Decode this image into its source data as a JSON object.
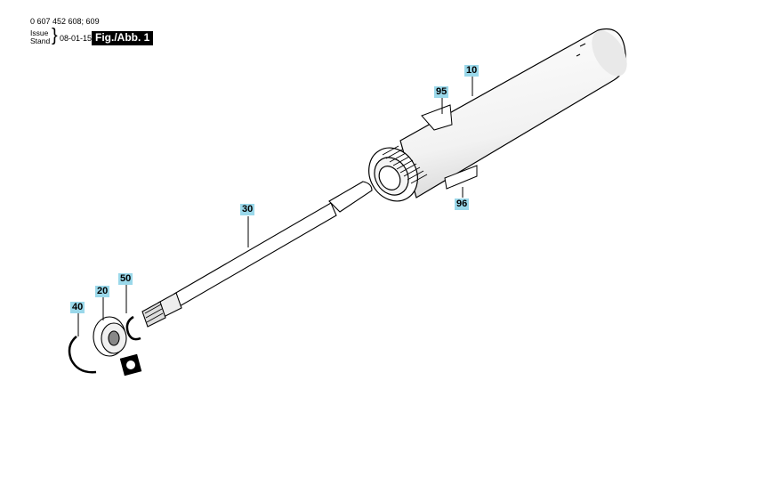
{
  "header": {
    "part_numbers": "0 607 452 608; 609",
    "issue_label": "Issue",
    "stand_label": "Stand",
    "date": "08-01-15",
    "figure_label": "Fig./Abb. 1"
  },
  "callouts": [
    {
      "id": "10",
      "label": "10"
    },
    {
      "id": "95",
      "label": "95"
    },
    {
      "id": "96",
      "label": "96"
    },
    {
      "id": "30",
      "label": "30"
    },
    {
      "id": "50",
      "label": "50"
    },
    {
      "id": "20",
      "label": "20"
    },
    {
      "id": "40",
      "label": "40"
    }
  ],
  "colors": {
    "callout_bg": "#9ad8ea",
    "line": "#000000",
    "shade": "#cfcfcf"
  }
}
